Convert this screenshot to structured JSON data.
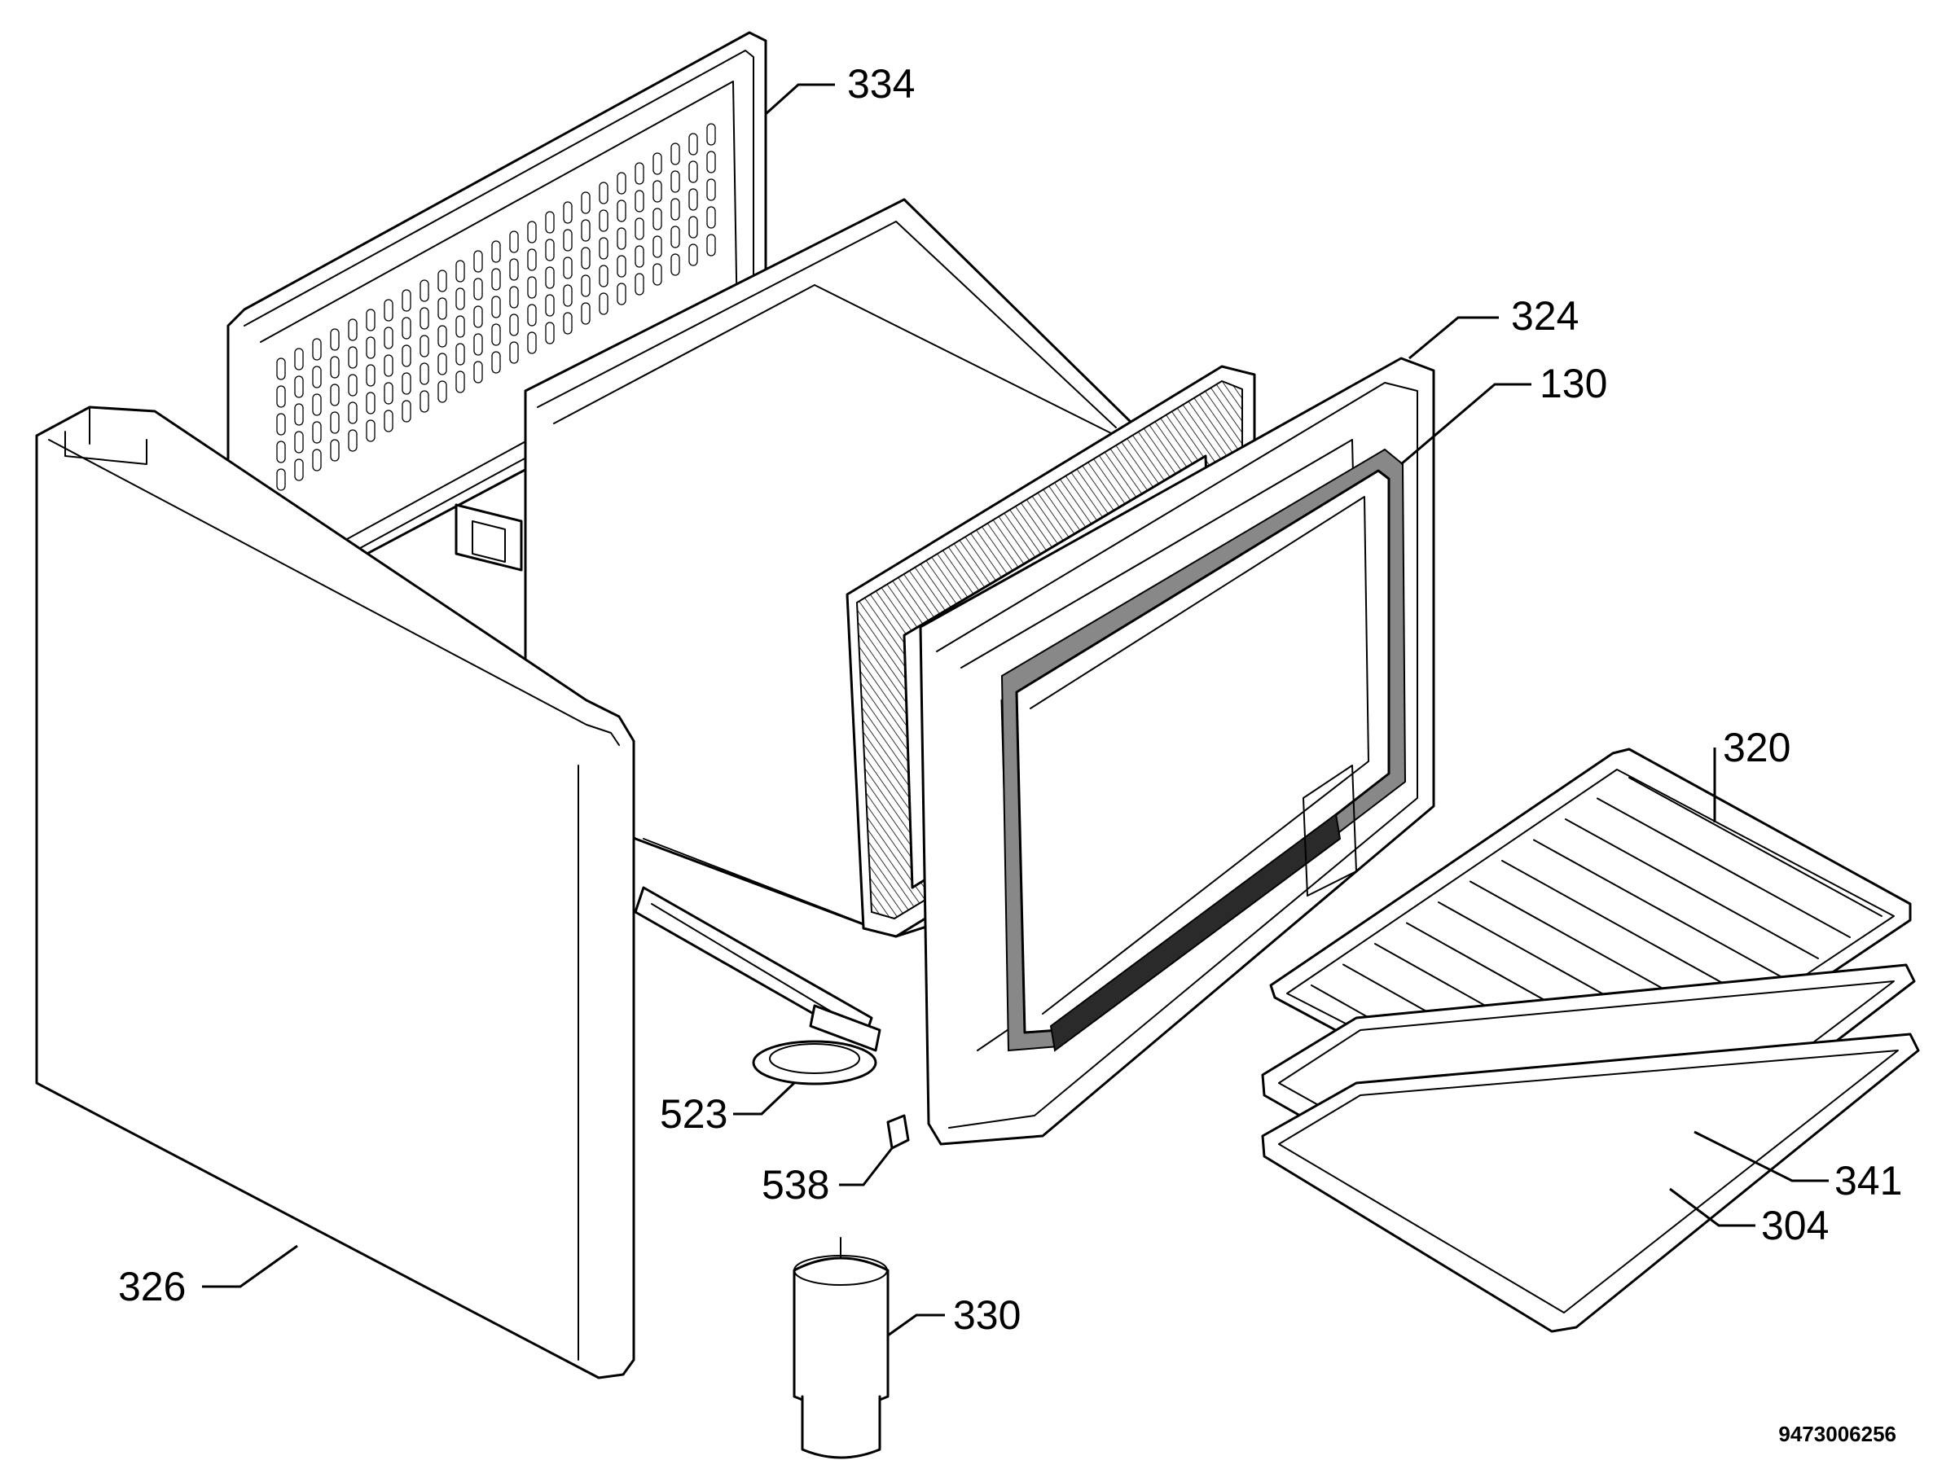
{
  "diagram": {
    "document_number": "9473006256",
    "callouts": [
      {
        "id": "334",
        "label": "334"
      },
      {
        "id": "324",
        "label": "324"
      },
      {
        "id": "130",
        "label": "130"
      },
      {
        "id": "320",
        "label": "320"
      },
      {
        "id": "341",
        "label": "341"
      },
      {
        "id": "304",
        "label": "304"
      },
      {
        "id": "523",
        "label": "523"
      },
      {
        "id": "538",
        "label": "538"
      },
      {
        "id": "326",
        "label": "326"
      },
      {
        "id": "330",
        "label": "330"
      }
    ]
  }
}
